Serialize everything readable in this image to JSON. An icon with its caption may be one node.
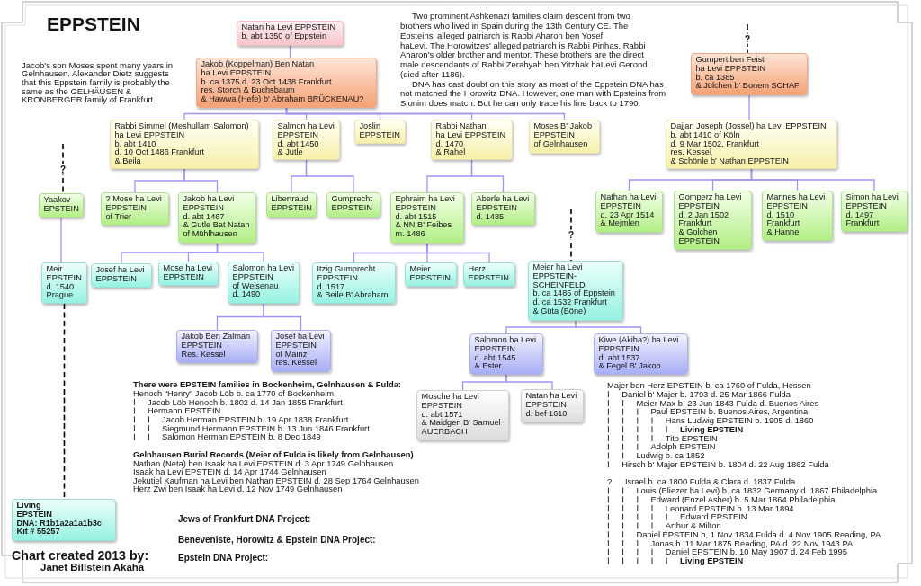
{
  "diagram": {
    "title": "EPPSTEIN",
    "nodes": [
      {
        "text": [
          "Natan ha Levi EPPSTEIN",
          "b. abt 1350 of Eppstein"
        ]
      },
      {
        "text": [
          "Jakob (Koppelman) Ben Natan ha Levi EPPSTEIN",
          "b. ca 1375 d. 23 Oct 1438 Frankfurt",
          "res. Storch & Buchsbaum",
          "& Hawwa (Hefe) b' Abraham BRÜCKENAU?"
        ]
      },
      {
        "text": [
          "Rabbi Simmel (Meshullam Salomon) ha Levi EPPSTEIN",
          "b. abt 1410",
          "d. 10 Oct 1486 Frankfurt",
          "& Beila"
        ]
      },
      {
        "text": [
          "Salmon ha Levi EPPSTEIN",
          "d. abt 1450",
          "& Jutle"
        ]
      },
      {
        "text": [
          "Joslin EPPSTEIN"
        ]
      },
      {
        "text": [
          "Rabbi Nathan ha Levi EPPSTEIN",
          "d. 1470",
          "& Rahel"
        ]
      },
      {
        "text": [
          "Moses B' Jakob EPPSTEIN",
          "of Gelnhausen"
        ]
      },
      {
        "text": [
          "Gumpert ben Feist ha Levi EPPSTEIN",
          "b. ca 1385",
          "& Jülchen b' Bonem SCHAF"
        ]
      },
      {
        "text": [
          "Dajjan Joseph (Jossel) ha Levi EPPSTEIN",
          "b. abt 1410 of Köln",
          "d. 9 Mar 1502, Frankfurt",
          "res. Kessel",
          "& Schönle b' Nathan EPPSTEIN"
        ]
      },
      {
        "text": [
          "Yaakov EPSTEIN"
        ]
      },
      {
        "text": [
          "? Mose ha Levi EPPSTEIN",
          "of Trier"
        ]
      },
      {
        "text": [
          "Jakob ha Levi EPPSTEIN",
          "d. abt 1467",
          "& Gutle Bat Natan of Mühlhausen"
        ]
      },
      {
        "text": [
          "Libertraud EPPSTEIN"
        ]
      },
      {
        "text": [
          "Gumprecht EPPSTEIN"
        ]
      },
      {
        "text": [
          "Ephraim ha Levi EPPSTEIN",
          "d. abt 1515",
          "& NN B' Feibes",
          "m. 1486"
        ]
      },
      {
        "text": [
          "Aberle ha Levi EPPSTEIN",
          "d. 1485"
        ]
      },
      {
        "text": [
          "Nathan ha Levi EPPSTEIN",
          "d. 23 Apr 1514",
          "& Mejmlen"
        ]
      },
      {
        "text": [
          "Gomperz ha Levi EPPSTEIN",
          "d. 2 Jan 1502 Frankfurt",
          "& Golchen EPPSTEIN"
        ]
      },
      {
        "text": [
          "Mannes ha Levi EPPSTEIN",
          "d. 1510 Frankfurt",
          "& Hanne"
        ]
      },
      {
        "text": [
          "Simon ha Levi EPPSTEIN",
          "d. 1497 Frankfurt"
        ]
      },
      {
        "text": [
          "Meir EPSTEIN",
          "d. 1540 Prague"
        ]
      },
      {
        "text": [
          "Josef ha Levi EPPSTEIN"
        ]
      },
      {
        "text": [
          "Mose ha Levi EPPSTEIN"
        ]
      },
      {
        "text": [
          "Salomon ha Levi EPPSTEIN",
          "of Weisenau",
          "d. 1490"
        ]
      },
      {
        "text": [
          "Itzig Gumprecht EPPSTEIN",
          "d. 1517",
          "& Beile B' Abraham"
        ]
      },
      {
        "text": [
          "Meier EPPSTEIN"
        ]
      },
      {
        "text": [
          "Herz EPPSTEIN"
        ]
      },
      {
        "text": [
          "Meier ha Levi EPPSTEIN-SCHEINFELD",
          "b. ca 1485 of Eppstein",
          "d. ca 1532 Frankfurt",
          "& Güta (Böne)"
        ]
      },
      {
        "text": [
          "Jakob Ben Zalman EPPSTEIN",
          "Res. Kessel"
        ]
      },
      {
        "text": [
          "Josef ha Levi EPPSTEIN",
          "of Mainz",
          "res. Kessel"
        ]
      },
      {
        "text": [
          "Salomon ha Levi EPPSTEIN",
          "d. abt 1545",
          "& Ester"
        ]
      },
      {
        "text": [
          "Kiwe (Akiba?) ha Levi EPPSTEIN",
          "d. abt 1537",
          "& Fegel B' Jakob"
        ]
      },
      {
        "text": [
          "Mosche ha Levi EPPSTEIN",
          "d. abt 1571",
          "& Maidgen B' Samuel AUERBACH"
        ]
      },
      {
        "text": [
          "Natan ha Levi EPPSTEIN",
          "d. bef 1610"
        ]
      },
      {
        "text": [
          "Living EPSTEIN",
          "DNA: R1b1a2a1a1b3c",
          "Kit # 55257"
        ]
      }
    ],
    "edges": [
      {
        "from": 0,
        "to": 1,
        "arrow": "none"
      },
      {
        "from": 1,
        "to": 2,
        "arrow": "none"
      },
      {
        "from": 1,
        "to": 3,
        "arrow": "none"
      },
      {
        "from": 1,
        "to": 4,
        "arrow": "none"
      },
      {
        "from": 1,
        "to": 5,
        "arrow": "none"
      },
      {
        "from": 1,
        "to": 6,
        "arrow": "none"
      },
      {
        "from": null,
        "to": 7,
        "arrow": "none",
        "label": "?",
        "style": "dashed",
        "color": "#000000"
      },
      {
        "from": 7,
        "to": 8,
        "arrow": "none"
      },
      {
        "from": 2,
        "to": 10,
        "arrow": "none"
      },
      {
        "from": 2,
        "to": 11,
        "arrow": "none"
      },
      {
        "from": 3,
        "to": 12,
        "arrow": "none"
      },
      {
        "from": 3,
        "to": 13,
        "arrow": "none"
      },
      {
        "from": 5,
        "to": 14,
        "arrow": "none"
      },
      {
        "from": 5,
        "to": 15,
        "arrow": "none"
      },
      {
        "from": 8,
        "to": 16,
        "arrow": "none"
      },
      {
        "from": 8,
        "to": 17,
        "arrow": "none"
      },
      {
        "from": 8,
        "to": 18,
        "arrow": "none"
      },
      {
        "from": 8,
        "to": 19,
        "arrow": "none"
      },
      {
        "from": null,
        "to": 9,
        "arrow": "none",
        "label": "?",
        "style": "dashed",
        "color": "#000000"
      },
      {
        "from": 9,
        "to": 20,
        "arrow": "none"
      },
      {
        "from": 11,
        "to": 21,
        "arrow": "none"
      },
      {
        "from": 11,
        "to": 22,
        "arrow": "none"
      },
      {
        "from": 11,
        "to": 23,
        "arrow": "none"
      },
      {
        "from": 14,
        "to": 24,
        "arrow": "none"
      },
      {
        "from": 14,
        "to": 25,
        "arrow": "none"
      },
      {
        "from": 14,
        "to": 26,
        "arrow": "none"
      },
      {
        "from": null,
        "to": 27,
        "arrow": "none",
        "label": "?",
        "style": "dashed",
        "color": "#000000"
      },
      {
        "from": 27,
        "to": 30,
        "arrow": "none"
      },
      {
        "from": 27,
        "to": 31,
        "arrow": "none"
      },
      {
        "from": 23,
        "to": 28,
        "arrow": "none"
      },
      {
        "from": 23,
        "to": 29,
        "arrow": "none"
      },
      {
        "from": 30,
        "to": 32,
        "arrow": "none"
      },
      {
        "from": 30,
        "to": 33,
        "arrow": "none"
      },
      {
        "from": 20,
        "to": 34,
        "arrow": "none",
        "style": "dashed",
        "color": "#000000"
      }
    ],
    "labels": [
      "Jacob's son Moses spent many years in Gelnhausen. Alexander Dietz suggests that this Eppstein family is probably the same as the GELHÄUSEN & KRONBERGER family of Frankfurt.",
      "Two prominent Ashkenazi families claim descent from two brothers who lived in Spain during the 13th Century CE. The Epsteins' alleged patriarch is Rabbi Aharon ben Yosef haLevi. The Horowitzes' alleged patriarch is Rabbi Pinhas, Rabbi Aharon's older brother and mentor. These brothers are the direct male descendants of Rabbi Zerahyah ben Yitzhak haLevi Gerondi (died after 1186).",
      "DNA has cast doubt on this story as most of the Eppstein DNA has not matched the Horowitz DNA. However, one man with Epsteins from Slonim does match. But he can only trace his line back to 1790.",
      "There were EPSTEIN families in Bockenheim, Gelnhausen & Fulda:",
      "Henoch “Henry” Jacob Löb b. ca 1770 of Bockenheim",
      "Jacob Löb Henoch b. 1802 d. 14 Jan 1855 Frankfurt",
      "Hermann EPSTEIN",
      "Jacob Herman EPSTEIN b. 19 Apr 1838 Frankfurt",
      "Siegmund Hermann EPSTEIN b. 13 Jun 1846 Frankfurt",
      "Salomon Herman EPSTEIN b. 8 Dec 1849",
      "Gelnhausen Burial Records (Meier of Fulda is likely from Gelnhausen)",
      "Nathan (Neta) ben Isaak ha Levi EPSTEIN d. 3 Apr 1749 Gelnhausen",
      "Isaak ha Levi EPSTEIN d. 14 Apr 1744 Gelnhausen",
      "Jekutiel Kaufman ha Levi ben Nathan EPSTEIN d. 28 Sep 1764 Gelnhausen",
      "Herz Zwi ben Isaak ha Levi d. 12 Nov 1749 Gelnhausen",
      "Majer ben Herz EPSTEIN b. ca 1760 of Fulda, Hessen",
      "Daniel b' Majer b. 1793 d. 25 Mar 1866 Fulda",
      "Meier Max b. 23 Jun 1843 Fulda d. Buenos Aires",
      "Paul EPSTEIN b. Buenos Aires, Argentina",
      "Hans Ludwig EPSTEIN b. 1905 d. 1860",
      "Living EPSTEIN",
      "Tito EPSTEIN",
      "Adolph EPSTEIN",
      "Ludwig b. ca 1852",
      "Hirsch b' Majer EPSTEIN b. 1804 d. 22 Aug 1862 Fulda",
      "?",
      "Israel b. ca 1800 Fulda & Clara d. 1837 Fulda",
      "Louis (Eliezer ha Levi) b. ca 1832 Germany d. 1867 Philadelphia",
      "Edward (Enzel Asher) b. 5 Mar 1864 Philadelphia",
      "Leonard EPSTEIN b. 13 Mar 1894",
      "Edward EPSTEIN",
      "Arthur & Milton",
      "Daniel EPSTEIN b, 1 Nov 1834 Fulda d. 4 Nov 1905 Reading, PA",
      "Jonas b. 11 Mar 1875 Reading, PA d. 22 Nov 1943 PA",
      "Daniel EPSTEIN b. 10 May 1907 d. 24 Feb 1995",
      "Living EPSTEIN",
      "Jews of Frankfurt DNA Project:",
      "Beneveniste, Horowitz & Epstein DNA Project:",
      "Epstein DNA Project:",
      "Chart created 2013 by:",
      "Janet Billstein Akaha"
    ]
  }
}
